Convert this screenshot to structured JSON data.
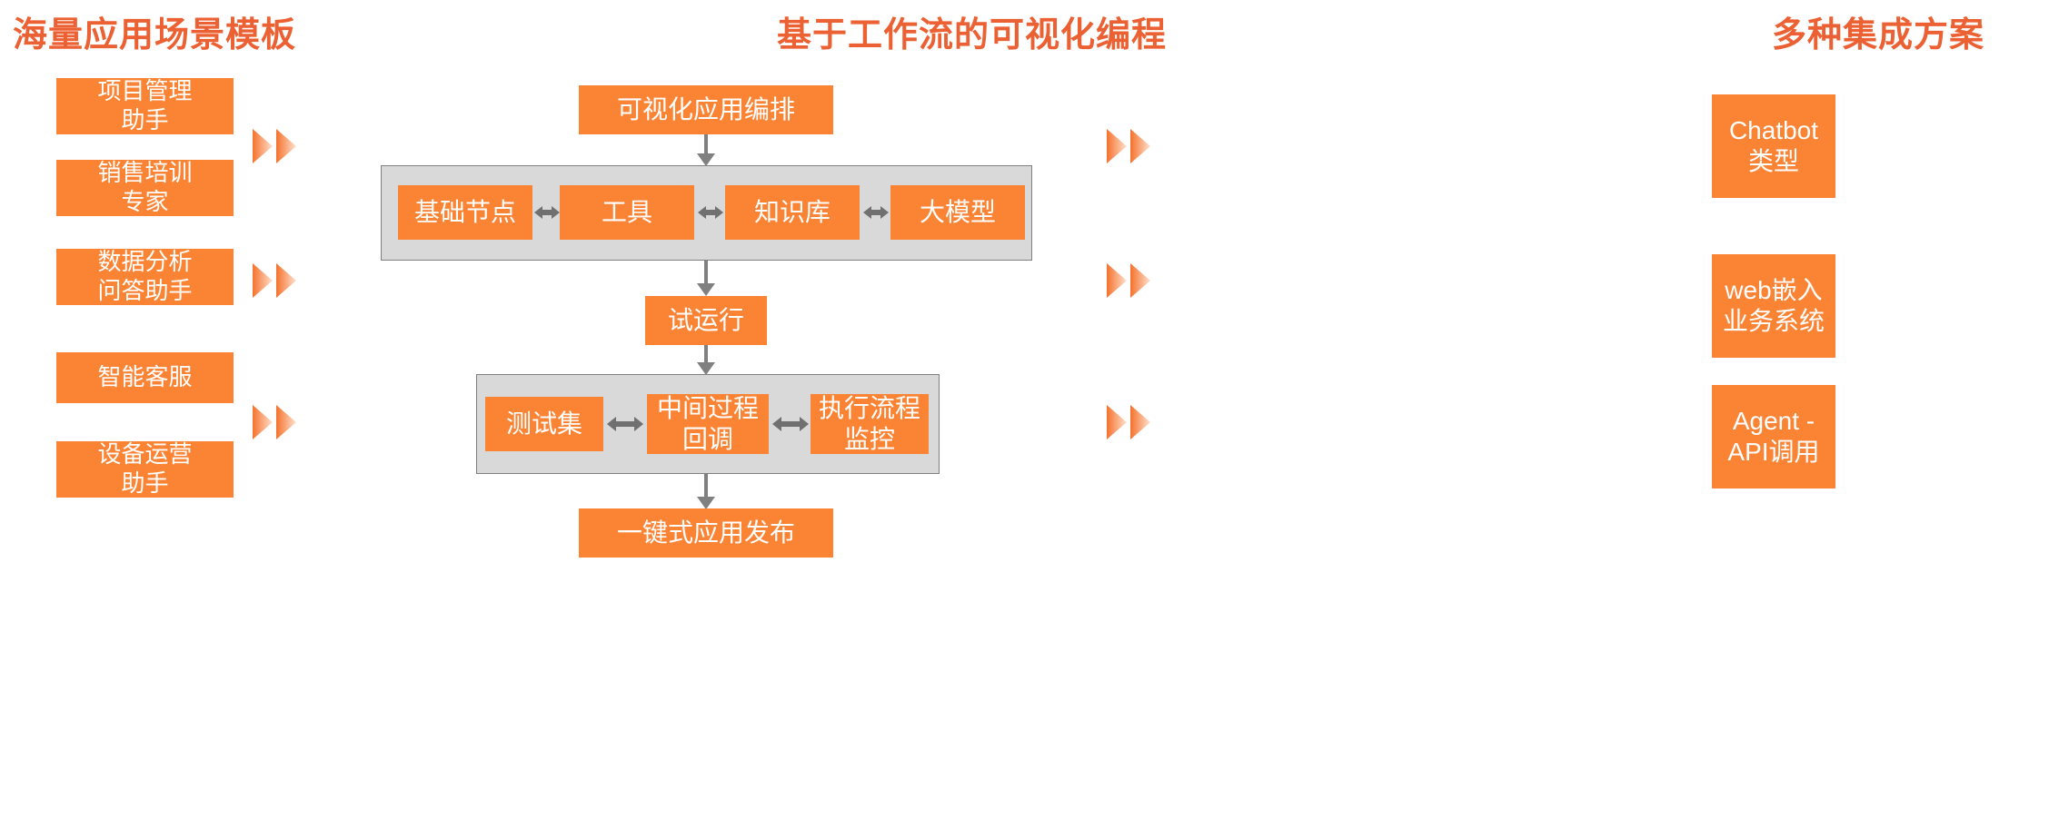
{
  "page": {
    "background": "#FFFFFF",
    "accent_orange": "#FA8334",
    "title_orange": "#EC6133",
    "panel_gray": "#D9D9D9",
    "panel_border": "#7F7F7F",
    "connector_gray": "#808080"
  },
  "sections": {
    "left": {
      "title": "海量应用场景模板",
      "items": [
        {
          "line1": "项目管理",
          "line2": "助手"
        },
        {
          "line1": "销售培训",
          "line2": "专家"
        },
        {
          "line1": "数据分析",
          "line2": "问答助手"
        },
        {
          "line1": "智能客服",
          "line2": ""
        },
        {
          "line1": "设备运营",
          "line2": "助手"
        }
      ]
    },
    "middle": {
      "title": "基于工作流的可视化编程",
      "top_node": "可视化应用编排",
      "builder_panel": {
        "nodes": [
          "基础节点",
          "工具",
          "知识库",
          "大模型"
        ],
        "connectors": [
          "双向箭头",
          "双向箭头",
          "双向箭头"
        ]
      },
      "trial_node": "试运行",
      "test_panel": {
        "nodes": [
          {
            "line1": "测试集",
            "line2": ""
          },
          {
            "line1": "中间过程",
            "line2": "回调"
          },
          {
            "line1": "执行流程",
            "line2": "监控"
          }
        ],
        "connectors": [
          "双向箭头",
          "双向箭头"
        ]
      },
      "publish_node": "一键式应用发布"
    },
    "right": {
      "title": "多种集成方案",
      "items": [
        {
          "line1": "Chatbot",
          "line2": "类型"
        },
        {
          "line1": "web嵌入",
          "line2": "业务系统"
        },
        {
          "line1": "Agent -",
          "line2": "API调用"
        }
      ]
    }
  },
  "icons": {
    "chevron_left_group": "double-chevron-right-icon",
    "chevron_right_group": "double-chevron-right-icon",
    "down_arrow": "arrow-down-icon",
    "bidirectional": "arrow-left-right-icon"
  }
}
